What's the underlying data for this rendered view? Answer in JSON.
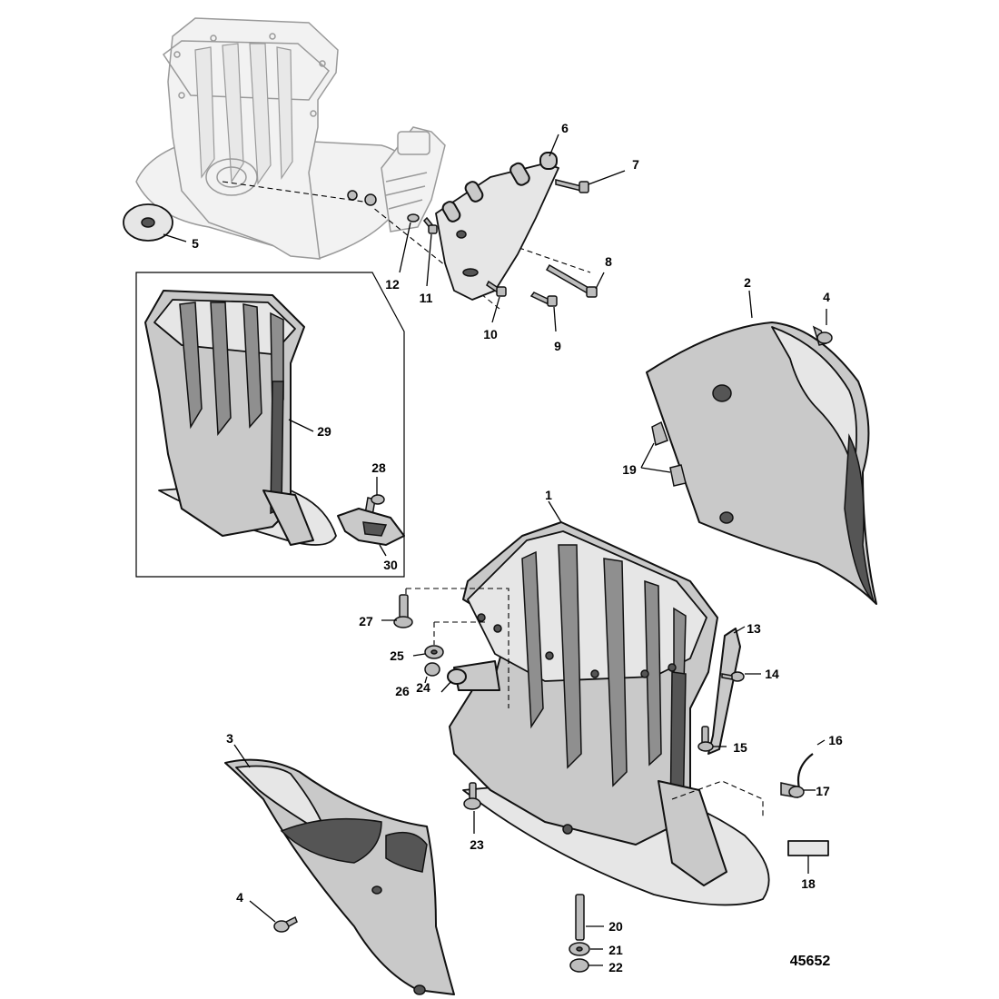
{
  "callouts": {
    "c1": "1",
    "c2": "2",
    "c3": "3",
    "c4a": "4",
    "c4b": "4",
    "c5": "5",
    "c6": "6",
    "c7": "7",
    "c8": "8",
    "c9": "9",
    "c10": "10",
    "c11": "11",
    "c12": "12",
    "c13": "13",
    "c14": "14",
    "c15": "15",
    "c16": "16",
    "c17": "17",
    "c18": "18",
    "c19": "19",
    "c20": "20",
    "c21": "21",
    "c22": "22",
    "c23": "23",
    "c24": "24",
    "c25": "25",
    "c26": "26",
    "c27": "27",
    "c28": "28",
    "c29": "29",
    "c30": "30"
  },
  "figure_number": "45652"
}
